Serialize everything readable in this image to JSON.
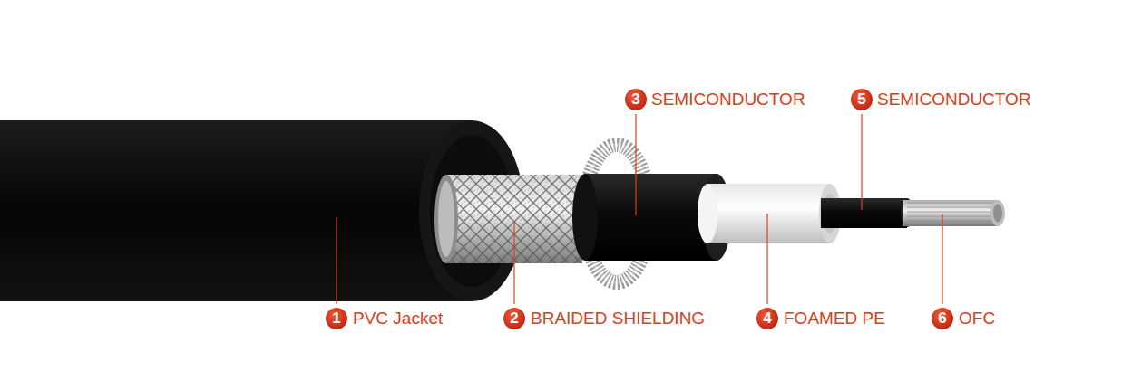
{
  "diagram": {
    "labels": [
      "3",
      "SEMICONDUCTOR",
      "5",
      "SEMICONDUCTOR",
      "1",
      "PVC Jacket",
      "2",
      "BRAIDED SHIELDING",
      "4",
      "FOAMED PE",
      "6",
      "OFC"
    ]
  }
}
